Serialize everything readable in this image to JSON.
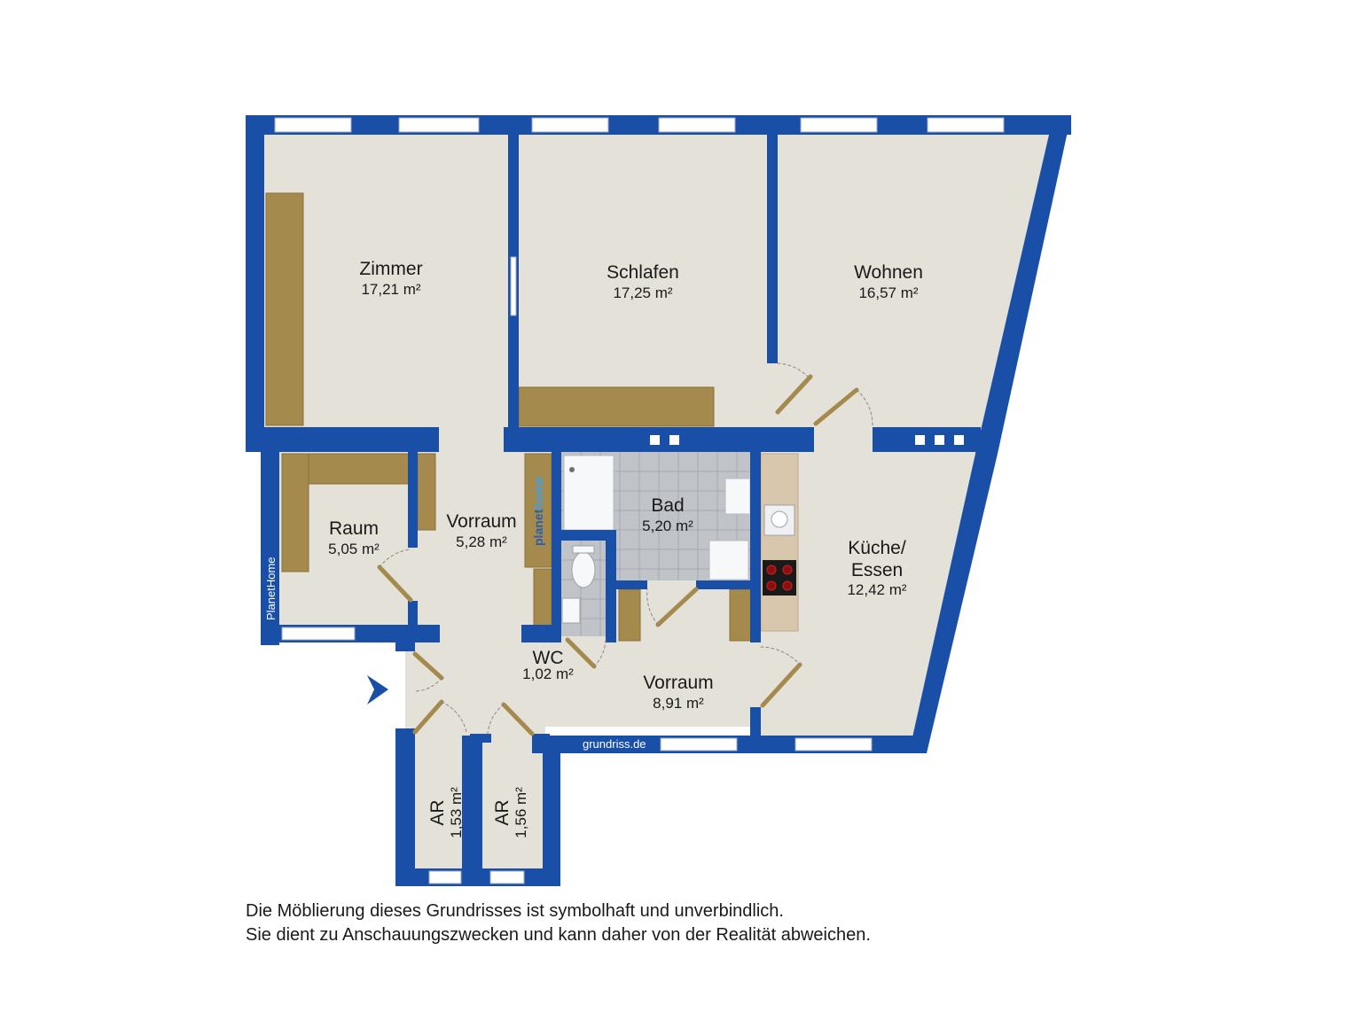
{
  "colors": {
    "wall": "#1a4fa8",
    "floor": "#e4e1d9",
    "wood": "#a48a4c",
    "tile": "#c0c3c7",
    "worktop": "#d9c7ad",
    "window_frame": "#ffffff",
    "door_line": "#888888"
  },
  "rooms": {
    "zimmer": {
      "name": "Zimmer",
      "area": "17,21 m²"
    },
    "schlafen": {
      "name": "Schlafen",
      "area": "17,25 m²"
    },
    "wohnen": {
      "name": "Wohnen",
      "area": "16,57 m²"
    },
    "raum": {
      "name": "Raum",
      "area": "5,05 m²"
    },
    "vorraum_upper": {
      "name": "Vorraum",
      "area": "5,28 m²"
    },
    "bad": {
      "name": "Bad",
      "area": "5,20 m²"
    },
    "kueche": {
      "name_line1": "Küche/",
      "name_line2": "Essen",
      "area": "12,42 m²"
    },
    "wc": {
      "name": "WC",
      "area": "1,02 m²"
    },
    "vorraum_lower": {
      "name": "Vorraum",
      "area": "8,91 m²"
    },
    "ar1": {
      "name": "AR",
      "area": "1,53 m²"
    },
    "ar2": {
      "name": "AR",
      "area": "1,56 m²"
    }
  },
  "watermarks": {
    "grundriss": "grundriss.de",
    "planethome_side": "PlanetHome",
    "planethome_brand_a": "planet",
    "planethome_brand_b": "home"
  },
  "entrance_icon": "entrance-arrow-icon",
  "disclaimer": {
    "line1": "Die Möblierung dieses Grundrisses ist symbolhaft und unverbindlich.",
    "line2": "Sie dient zu Anschauungszwecken und kann daher von der Realität abweichen."
  }
}
